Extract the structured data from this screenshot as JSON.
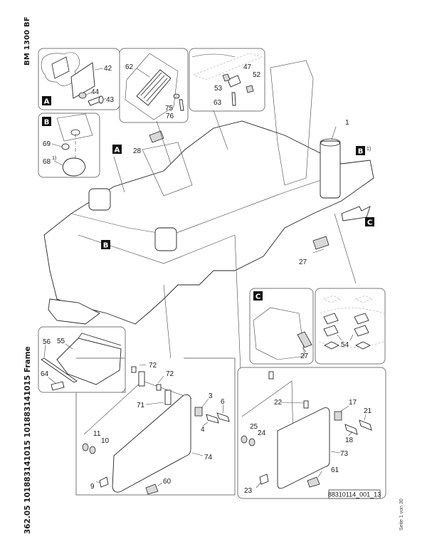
{
  "document": {
    "model": "BM 1300 BF",
    "title": "362.05 101883141015 101883141015 Frame",
    "page_footer": "Seite 1 von 30",
    "drawing_number": "88310114_001_13"
  },
  "detail_views": {
    "A": {
      "badge": "A",
      "callouts": [
        "42",
        "44",
        "43"
      ]
    },
    "B": {
      "badge": "B",
      "callouts": [
        "69",
        "68"
      ],
      "footnote_marker": "1)"
    },
    "grille": {
      "callouts": [
        "62",
        "75",
        "76"
      ]
    },
    "sensor": {
      "callouts": [
        "47",
        "53",
        "52",
        "63"
      ]
    },
    "C": {
      "badge": "C",
      "callouts": [
        "27"
      ]
    },
    "mounts": {
      "callouts": [
        "54"
      ]
    },
    "cover": {
      "callouts": [
        "56",
        "55",
        "64"
      ]
    },
    "left_door": {
      "callouts": [
        "72",
        "72",
        "71",
        "3",
        "6",
        "4",
        "11",
        "10",
        "74",
        "9",
        "60"
      ]
    },
    "right_door": {
      "callouts": [
        "22",
        "17",
        "21",
        "25",
        "24",
        "18",
        "73",
        "61",
        "23"
      ]
    }
  },
  "main_view": {
    "badges": [
      "A",
      "B",
      "B",
      "C"
    ],
    "badge_B_footnote": "1)",
    "callouts": [
      "28",
      "1",
      "27"
    ],
    "direction_arrow": "arrow-to-C"
  }
}
